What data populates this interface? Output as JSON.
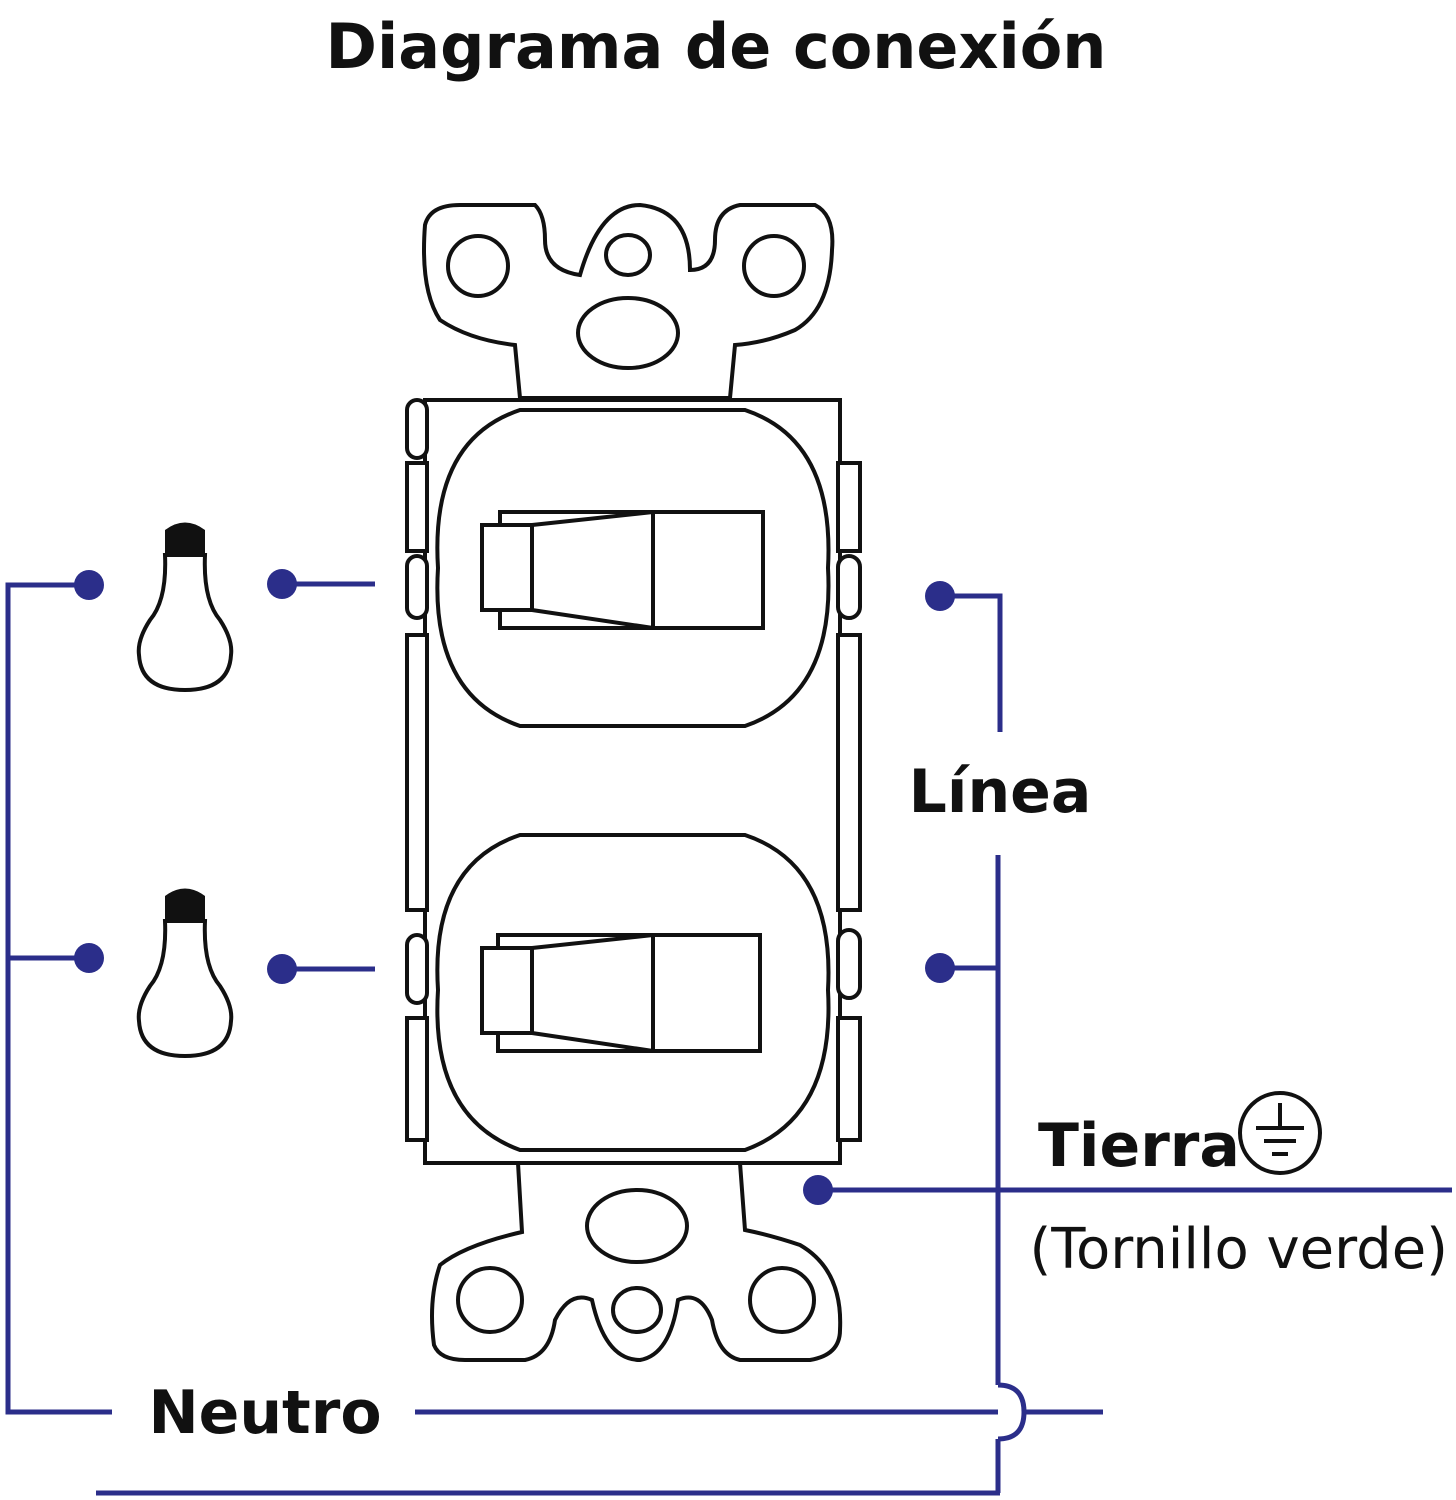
{
  "title": "Diagrama de conexión",
  "labels": {
    "line": "Línea",
    "ground": "Tierra",
    "ground_note": "(Tornillo verde)",
    "neutral": "Neutro"
  },
  "icons": {
    "bulb": "light-bulb-icon",
    "ground": "earth-ground-icon"
  },
  "colors": {
    "wire": "#2b2e8a",
    "outline": "#111111",
    "background": "#ffffff"
  }
}
